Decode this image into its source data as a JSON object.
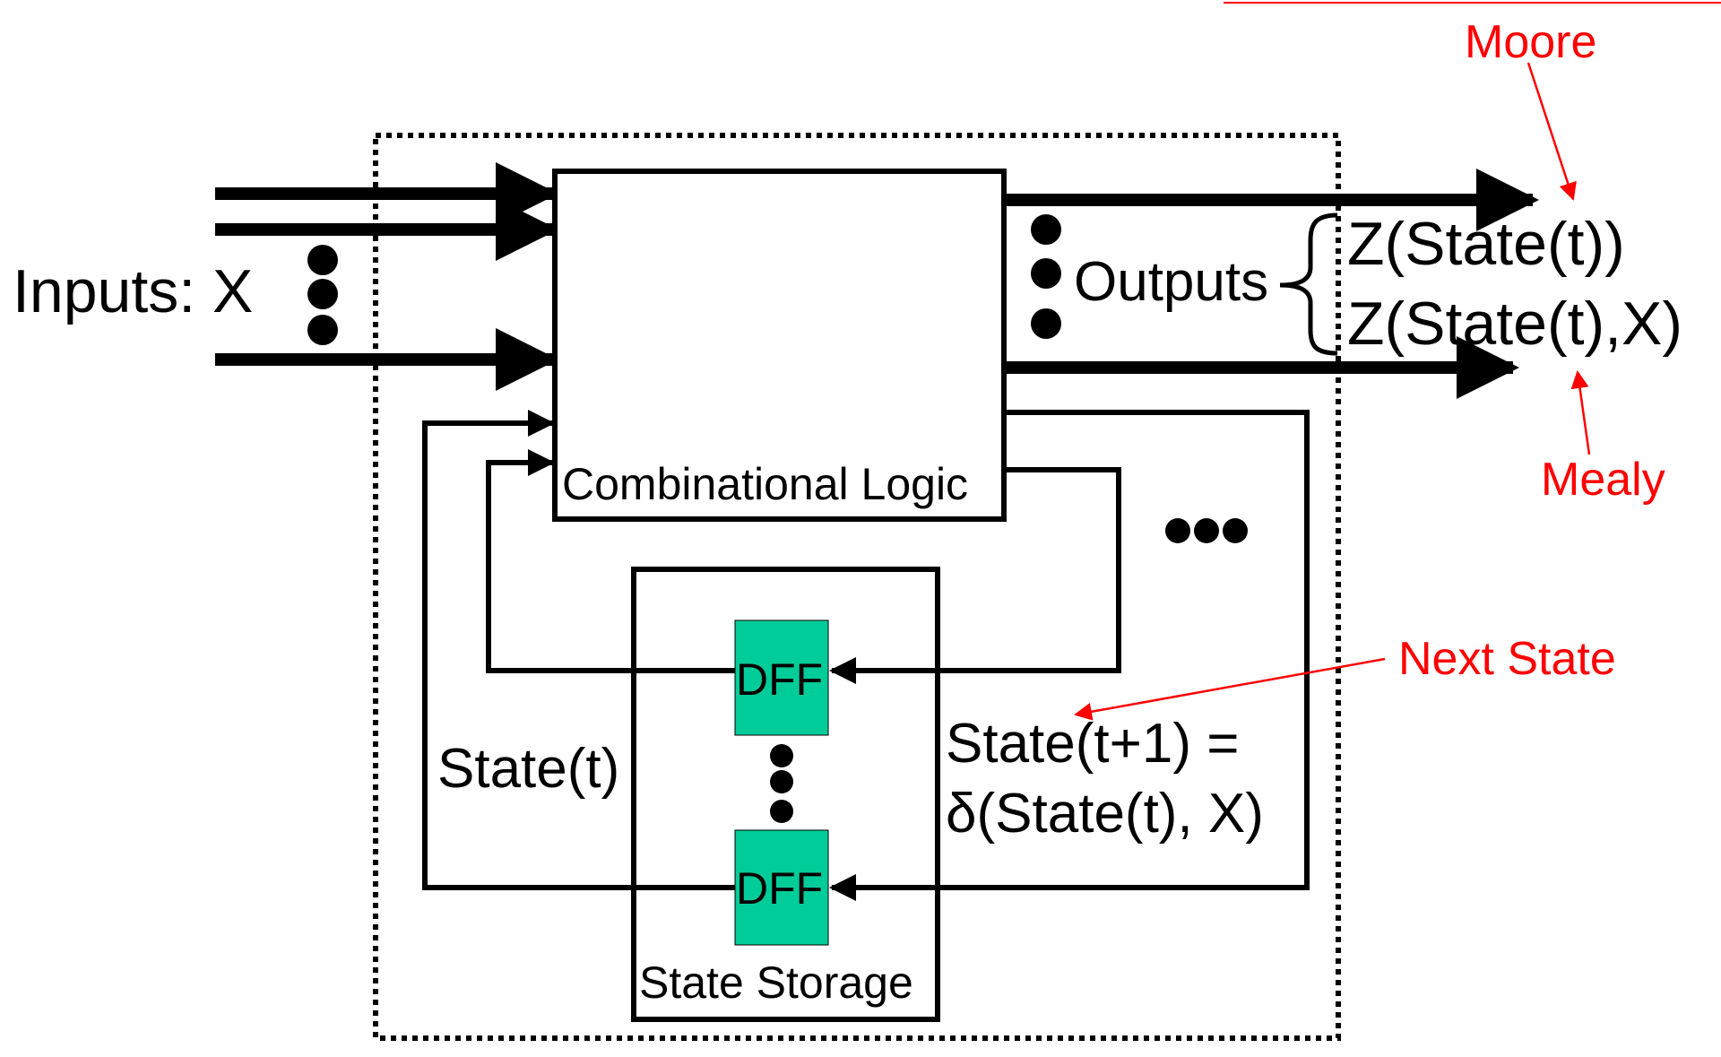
{
  "labels": {
    "inputs": "Inputs: X",
    "outputs": "Outputs",
    "moore_output": "Z(State(t))",
    "mealy_output": "Z(State(t),X)",
    "combinational_logic": "Combinational Logic",
    "state_storage": "State Storage",
    "dff_top": "DFF",
    "dff_bottom": "DFF",
    "state_t": "State(t)",
    "next_state_line1": "State(t+1) =",
    "next_state_line2": "δ(State(t), X)"
  },
  "annotations": {
    "moore": "Moore",
    "mealy": "Mealy",
    "next_state": "Next State"
  },
  "colors": {
    "annotation": "#ff0000",
    "dff_fill": "#00cc99",
    "line": "#000000"
  }
}
